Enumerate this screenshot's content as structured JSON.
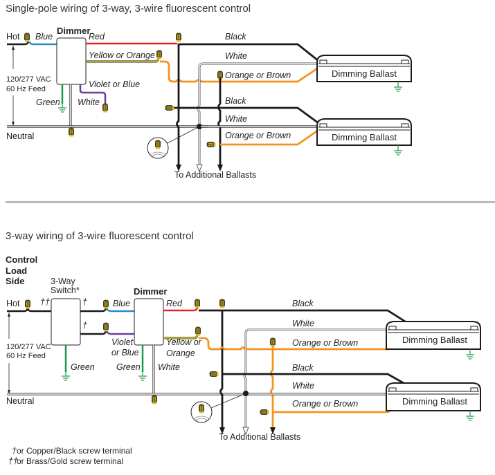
{
  "colors": {
    "black_wire": "#1a1a1a",
    "red_wire": "#e8202a",
    "blue_wire": "#2a8cc8",
    "yellow_wire": "#e8d800",
    "orange_wire": "#f5921e",
    "violet_wire": "#6a3ea0",
    "green_wire": "#1a9a4a",
    "white_wire": "#ffffff",
    "divider": "#b8aca8",
    "wirenut": "#6b5a10"
  },
  "diagram1": {
    "title": "Single-pole wiring of 3-way, 3-wire fluorescent control",
    "hot_label": "Hot",
    "neutral_label": "Neutral",
    "feed_label_line1": "120/277 VAC",
    "feed_label_line2": "60 Hz Feed",
    "dimmer_label": "Dimmer",
    "wires": {
      "blue": "Blue",
      "red": "Red",
      "yellow_orange": "Yellow or Orange",
      "violet_blue": "Violet or Blue",
      "green": "Green",
      "white": "White",
      "black_1": "Black",
      "white_1": "White",
      "orange_brown_1": "Orange or Brown",
      "black_2": "Black",
      "white_2": "White",
      "orange_brown_2": "Orange or Brown"
    },
    "ballasts": [
      "Dimming Ballast",
      "Dimming Ballast"
    ],
    "additional_label": "To Additional Ballasts"
  },
  "diagram2": {
    "title": "3-way wiring of 3-wire fluorescent control",
    "side_label_line1": "Control",
    "side_label_line2": "Load",
    "side_label_line3": "Side",
    "switch_label_line1": "3-Way",
    "switch_label_line2": "Switch*",
    "dimmer_label": "Dimmer",
    "hot_label": "Hot",
    "neutral_label": "Neutral",
    "feed_label_line1": "120/277 VAC",
    "feed_label_line2": "60 Hz Feed",
    "dagger": "†",
    "double_dagger": "††",
    "wires": {
      "blue": "Blue",
      "red": "Red",
      "violet_line1": "Violet",
      "violet_line2": "or Blue",
      "yellow_line1": "Yellow or",
      "yellow_line2": "Orange",
      "green_switch": "Green",
      "green_dimmer": "Green",
      "white": "White",
      "black_1": "Black",
      "white_1": "White",
      "orange_brown_1": "Orange or Brown",
      "black_2": "Black",
      "white_2": "White",
      "orange_brown_2": "Orange or Brown"
    },
    "ballasts": [
      "Dimming Ballast",
      "Dimming Ballast"
    ],
    "additional_label": "To Additional Ballasts"
  },
  "footnotes": [
    {
      "symbol": "†",
      "text": "or Copper/Black screw terminal"
    },
    {
      "symbol": "††",
      "text": "or Brass/Gold screw terminal"
    }
  ]
}
